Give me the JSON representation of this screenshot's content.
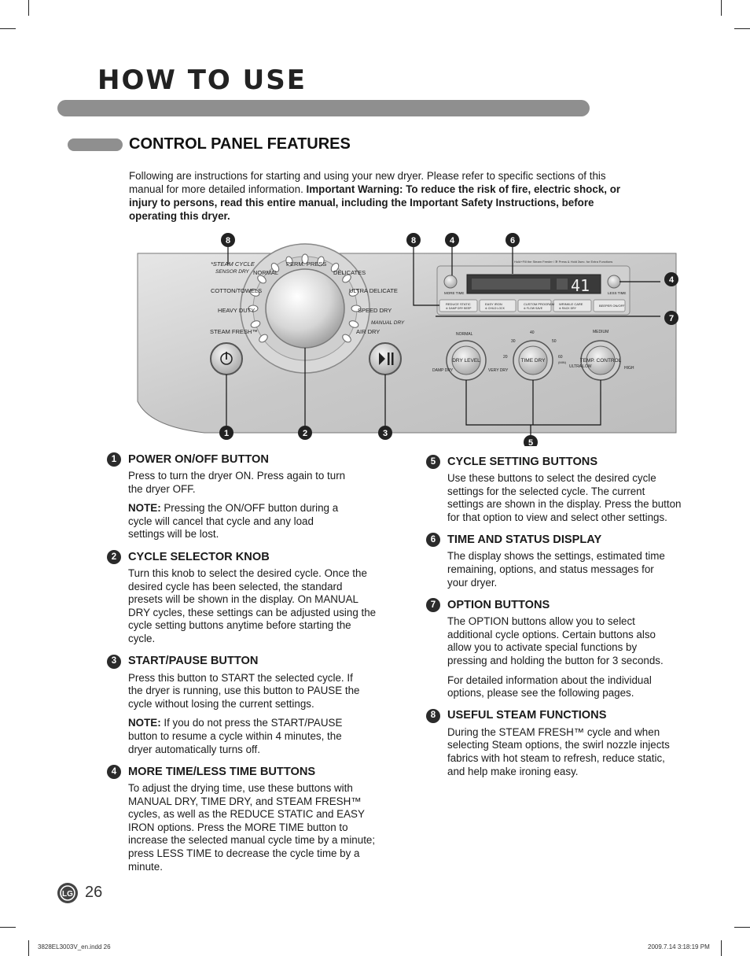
{
  "header": {
    "title": "HOW TO USE"
  },
  "section": {
    "title": "CONTROL PANEL FEATURES"
  },
  "intro": {
    "text": "Following are instructions for starting and using your new dryer. Please refer to specific sections of this manual for more detailed information. ",
    "warning": "Important Warning: To reduce the risk of fire, electric shock, or injury to persons, read this entire manual, including the Important Safety Instructions, before operating this dryer."
  },
  "panel": {
    "callouts": [
      "1",
      "2",
      "3",
      "4",
      "5",
      "6",
      "7",
      "8"
    ],
    "steam_cycle": "*STEAM CYCLE",
    "sensor_dry": "SENSOR DRY",
    "cycles": {
      "normal": "NORMAL",
      "perm_press": "PERM. PRESS",
      "delicates": "DELICATES",
      "cotton": "COTTON/TOWELS",
      "ultra_delicate": "ULTRA DELICATE",
      "heavy": "HEAVY DUTY",
      "speed_dry": "SPEED DRY",
      "manual_dry": "MANUAL DRY",
      "steam_fresh": "STEAM FRESH™",
      "air_dry": "AIR DRY"
    },
    "hold_note": "Hold+Fill the Steam Feeder / ✲ Press & Hold 3sec. for Extra Functions",
    "display_digits": "41",
    "more_time": "MORE TIME",
    "less_time": "LESS TIME",
    "options": [
      {
        "label": "REDUCE STATIC",
        "sub": "✲ DAMP DRY BEEP"
      },
      {
        "label": "EASY IRON",
        "sub": "✲ CHILD LOCK"
      },
      {
        "label": "CUSTOM PROGRAM",
        "sub": "✲ FLOW SAVE"
      },
      {
        "label": "WRINKLE CARE",
        "sub": "✲ RACK DRY"
      },
      {
        "label": "BEEPER ON/OFF",
        "sub": ""
      }
    ],
    "knob_dry_level": "DRY LEVEL",
    "knob_time_dry": "TIME DRY",
    "knob_temp": "TEMP. CONTROL",
    "dry_normal": "NORMAL",
    "damp_dry": "DAMP DRY",
    "very_dry": "VERY DRY",
    "t20": "20",
    "t30": "30",
    "t40": "40",
    "t50": "50",
    "t60": "60",
    "t_min": "(MIN)",
    "temp_medium": "MEDIUM",
    "temp_ultra_low": "ULTRA LOW",
    "temp_high": "HIGH"
  },
  "items": {
    "i1": {
      "num": "1",
      "title": "POWER ON/OFF BUTTON",
      "p1": "Press to turn the dryer ON. Press again to turn the dryer OFF.",
      "note_label": "NOTE:",
      "note": " Pressing the ON/OFF button during a cycle will cancel that cycle and any load settings will be lost."
    },
    "i2": {
      "num": "2",
      "title": "CYCLE SELECTOR KNOB",
      "p1": "Turn this knob to select the desired cycle. Once the desired cycle has been selected, the standard presets will be shown in the display. On MANUAL DRY cycles, these settings can be adjusted using the cycle setting buttons anytime before starting the cycle."
    },
    "i3": {
      "num": "3",
      "title": "START/PAUSE BUTTON",
      "p1": "Press this button to START the selected cycle. If the dryer is running, use this button to PAUSE the cycle without losing the current settings.",
      "note_label": "NOTE:",
      "note": " If you do not press the START/PAUSE button to resume a cycle within 4 minutes, the dryer automatically turns off."
    },
    "i4": {
      "num": "4",
      "title": "MORE TIME/LESS TIME BUTTONS",
      "p1": "To adjust the drying time, use these buttons with MANUAL DRY, TIME DRY, and STEAM FRESH™ cycles, as well as the REDUCE STATIC and EASY IRON options. Press the MORE TIME button to increase the selected manual cycle time by a minute; press LESS TIME to decrease the cycle time by a minute."
    },
    "i5": {
      "num": "5",
      "title": "CYCLE SETTING BUTTONS",
      "p1": "Use these buttons to select the desired cycle settings for the selected cycle. The current settings are shown in the display. Press the button for that option to view and select other settings."
    },
    "i6": {
      "num": "6",
      "title": "TIME AND STATUS DISPLAY",
      "p1": "The display shows the settings, estimated time remaining, options, and status messages for your dryer."
    },
    "i7": {
      "num": "7",
      "title": "OPTION BUTTONS",
      "p1": "The OPTION buttons allow you to select additional cycle options. Certain buttons also allow you to activate special functions by pressing and holding the button for 3 seconds.",
      "p2": "For detailed information about the individual options, please see the following pages."
    },
    "i8": {
      "num": "8",
      "title": "USEFUL STEAM FUNCTIONS",
      "p1": "During the STEAM FRESH™ cycle and when selecting Steam options, the swirl nozzle injects fabrics with hot steam to refresh, reduce static, and help make ironing easy."
    }
  },
  "footer": {
    "page": "26",
    "file": "3828EL3003V_en.indd   26",
    "date": "2009.7.14   3:18:19 PM",
    "logo_text": "LG"
  }
}
